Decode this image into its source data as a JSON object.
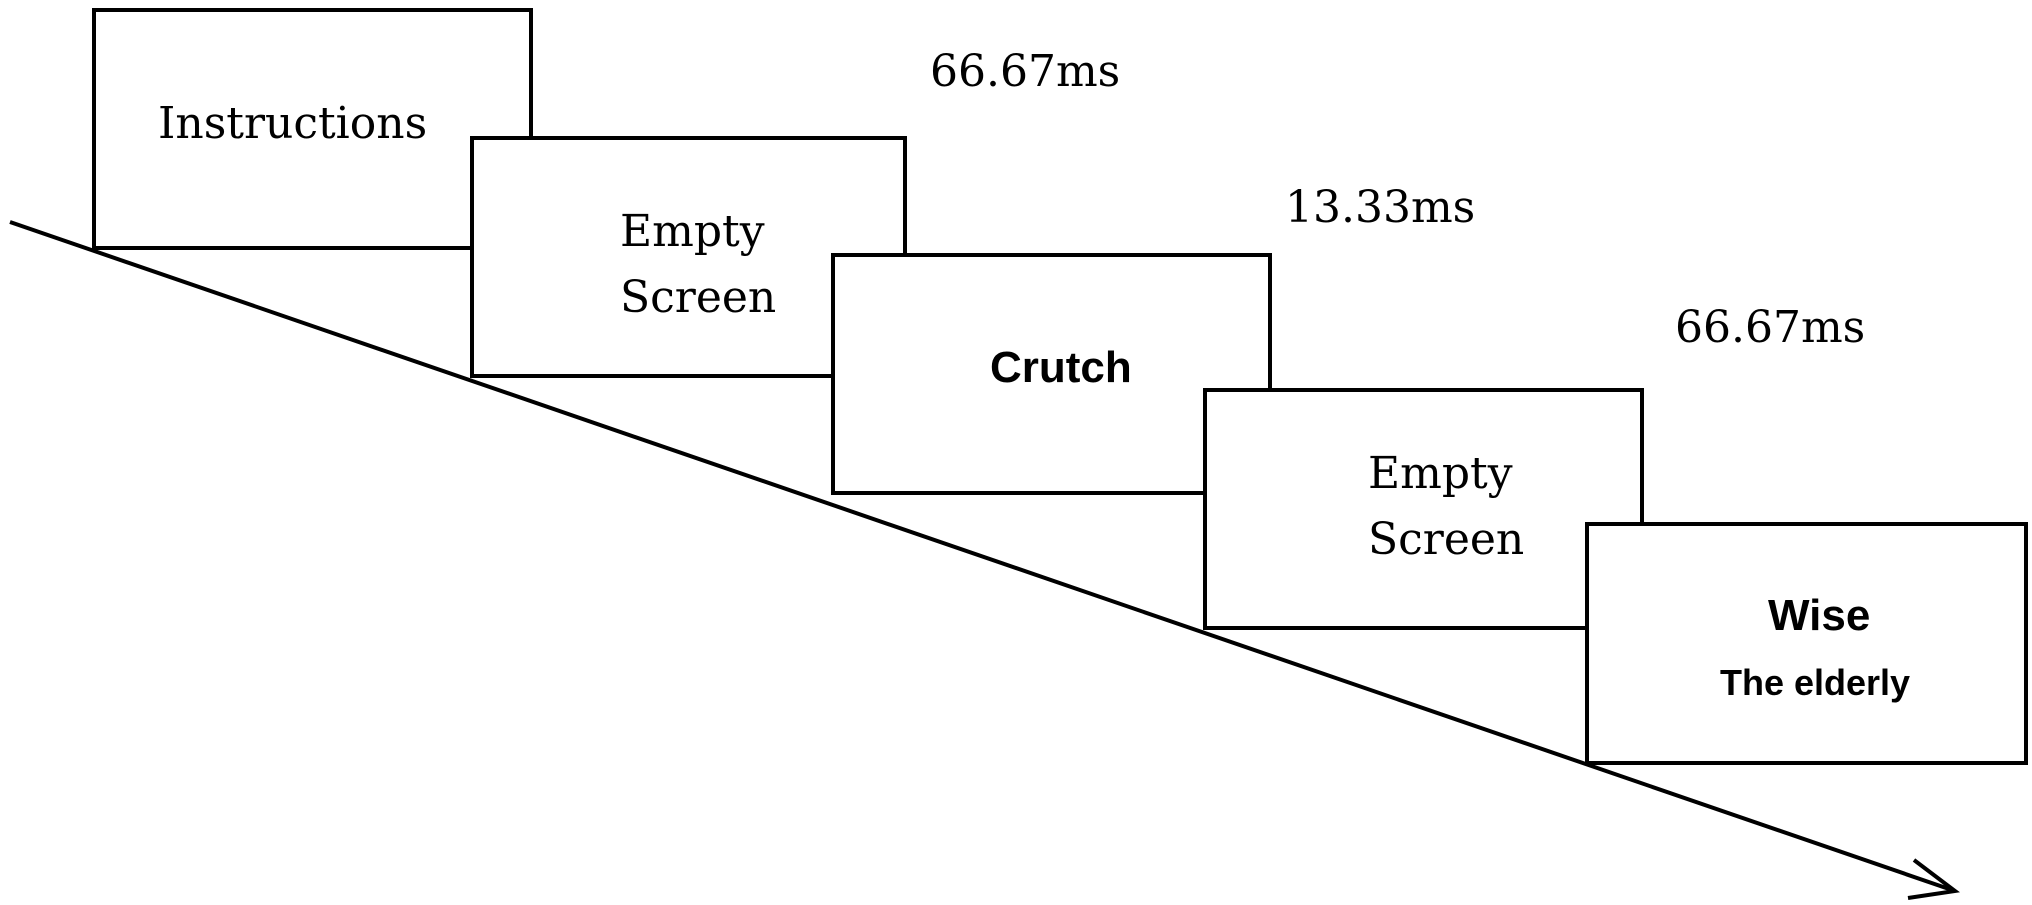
{
  "screens": [
    {
      "label": "Instructions"
    },
    {
      "line1": "Empty",
      "line2": "Screen"
    },
    {
      "label": "Crutch"
    },
    {
      "line1": "Empty",
      "line2": "Screen"
    },
    {
      "line1": "Wise",
      "line2": "The elderly"
    }
  ],
  "timings": [
    "66.67ms",
    "13.33ms",
    "66.67ms"
  ],
  "colors": {
    "stroke": "#000000",
    "background": "#ffffff"
  },
  "icons": {
    "timeline": "arrow-right-down-icon"
  }
}
